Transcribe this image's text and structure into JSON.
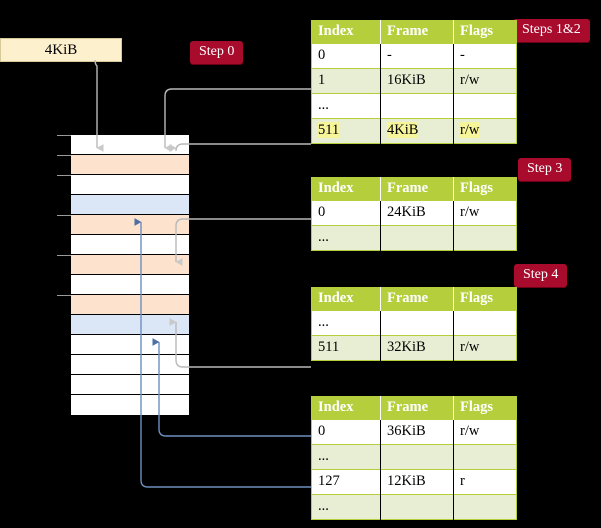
{
  "diagram": {
    "title_badges": [
      {
        "id": "step0",
        "label": "Step 0"
      },
      {
        "id": "steps12",
        "label": "Steps 1&2"
      },
      {
        "id": "step3",
        "label": "Step 3"
      },
      {
        "id": "step4",
        "label": "Step 4"
      }
    ],
    "source_box": {
      "label": "4KiB"
    },
    "accent_colors": {
      "badge_bg": "#a80b2c",
      "badge_text": "#ffffff",
      "table_header_bg": "#b5cf3c",
      "table_alt_row_bg": "#e7eed4",
      "highlight_bg": "#f7f59a",
      "source_box_bg": "#fdf0cd",
      "mem_orange": "#fde3cd",
      "mem_blue": "#dbe7f7",
      "wire_gray": "#b9b9b9",
      "wire_blue": "#6d8fc0"
    },
    "memory_column": {
      "rows": [
        {
          "fill": "white"
        },
        {
          "fill": "orange"
        },
        {
          "fill": "white"
        },
        {
          "fill": "blue"
        },
        {
          "fill": "orange"
        },
        {
          "fill": "white"
        },
        {
          "fill": "orange"
        },
        {
          "fill": "white"
        },
        {
          "fill": "orange"
        },
        {
          "fill": "blue"
        },
        {
          "fill": "white"
        },
        {
          "fill": "white"
        },
        {
          "fill": "white"
        },
        {
          "fill": "white"
        }
      ]
    },
    "tables": [
      {
        "id": "table-1",
        "columns": [
          "Index",
          "Frame",
          "Flags"
        ],
        "rows": [
          {
            "cells": [
              "0",
              "-",
              "-"
            ],
            "alt": false,
            "highlight": false
          },
          {
            "cells": [
              "1",
              "16KiB",
              "r/w"
            ],
            "alt": true,
            "highlight": false
          },
          {
            "cells": [
              "...",
              "",
              ""
            ],
            "alt": false,
            "highlight": false
          },
          {
            "cells": [
              "511",
              "4KiB",
              "r/w"
            ],
            "alt": true,
            "highlight": true
          }
        ]
      },
      {
        "id": "table-2",
        "columns": [
          "Index",
          "Frame",
          "Flags"
        ],
        "rows": [
          {
            "cells": [
              "0",
              "24KiB",
              "r/w"
            ],
            "alt": false,
            "highlight": false
          },
          {
            "cells": [
              "...",
              "",
              ""
            ],
            "alt": true,
            "highlight": false
          }
        ]
      },
      {
        "id": "table-3",
        "columns": [
          "Index",
          "Frame",
          "Flags"
        ],
        "rows": [
          {
            "cells": [
              "...",
              "",
              ""
            ],
            "alt": false,
            "highlight": false
          },
          {
            "cells": [
              "511",
              "32KiB",
              "r/w"
            ],
            "alt": true,
            "highlight": false
          }
        ]
      },
      {
        "id": "table-4",
        "columns": [
          "Index",
          "Frame",
          "Flags"
        ],
        "rows": [
          {
            "cells": [
              "0",
              "36KiB",
              "r/w"
            ],
            "alt": false,
            "highlight": false
          },
          {
            "cells": [
              "...",
              "",
              ""
            ],
            "alt": true,
            "highlight": false
          },
          {
            "cells": [
              "127",
              "12KiB",
              "r"
            ],
            "alt": false,
            "highlight": false
          },
          {
            "cells": [
              "...",
              "",
              ""
            ],
            "alt": true,
            "highlight": false
          }
        ]
      }
    ]
  }
}
